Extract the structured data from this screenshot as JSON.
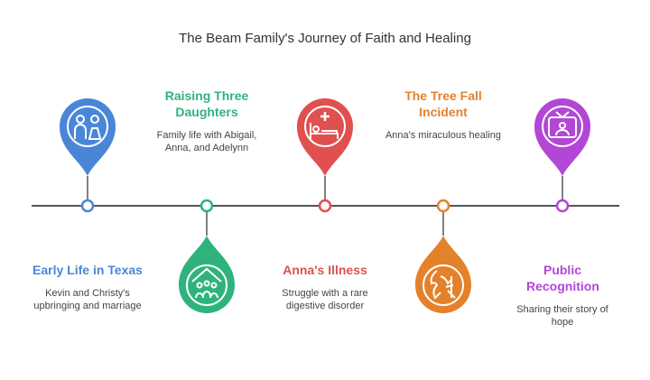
{
  "title": "The Beam Family's Journey of Faith and Healing",
  "milestones": [
    {
      "heading": "Early Life in Texas",
      "description": "Kevin and Christy's upbringing and marriage",
      "color": "#4a86d8",
      "icon": "couple-icon"
    },
    {
      "heading": "Raising Three Daughters",
      "description": "Family life with Abigail, Anna, and Adelynn",
      "color": "#2fb37d",
      "icon": "family-home-icon"
    },
    {
      "heading": "Anna's Illness",
      "description": "Struggle with a rare digestive disorder",
      "color": "#e0504f",
      "icon": "hospital-bed-icon"
    },
    {
      "heading": "The Tree Fall Incident",
      "description": "Anna's miraculous healing",
      "color": "#e3822b",
      "icon": "tree-fall-icon"
    },
    {
      "heading": "Public Recognition",
      "description": "Sharing their story of hope",
      "color": "#b247d6",
      "icon": "television-icon"
    }
  ],
  "timeline_color": "#555555"
}
